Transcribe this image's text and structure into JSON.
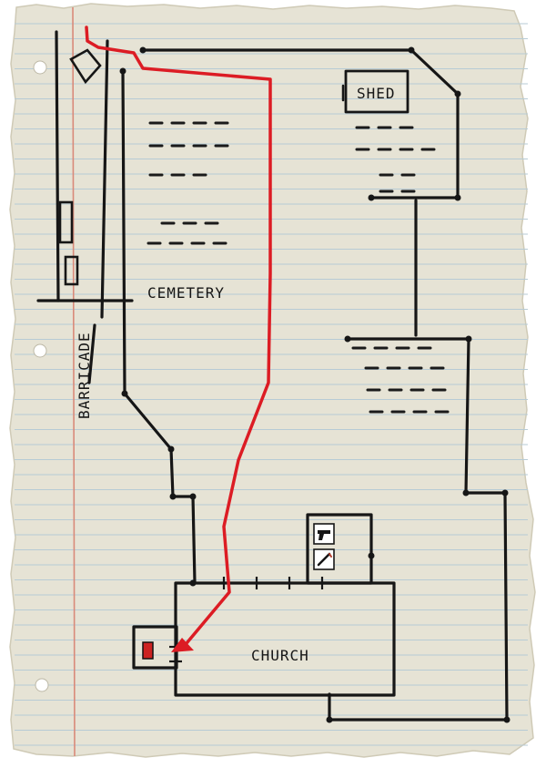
{
  "map": {
    "labels": {
      "shed": "SHED",
      "cemetery": "CEMETERY",
      "barricade": "BARRICADE",
      "church": "CHURCH"
    },
    "colors": {
      "paper": "#e6e3d5",
      "ruled_line": "#b7cbd5",
      "margin_line": "#d98a7a",
      "ink": "#161616",
      "route": "#dc1c24",
      "objective": "#cc2222"
    },
    "icons": [
      {
        "name": "pistol-icon",
        "kind": "weapon"
      },
      {
        "name": "crowbar-icon",
        "kind": "tool"
      }
    ]
  }
}
